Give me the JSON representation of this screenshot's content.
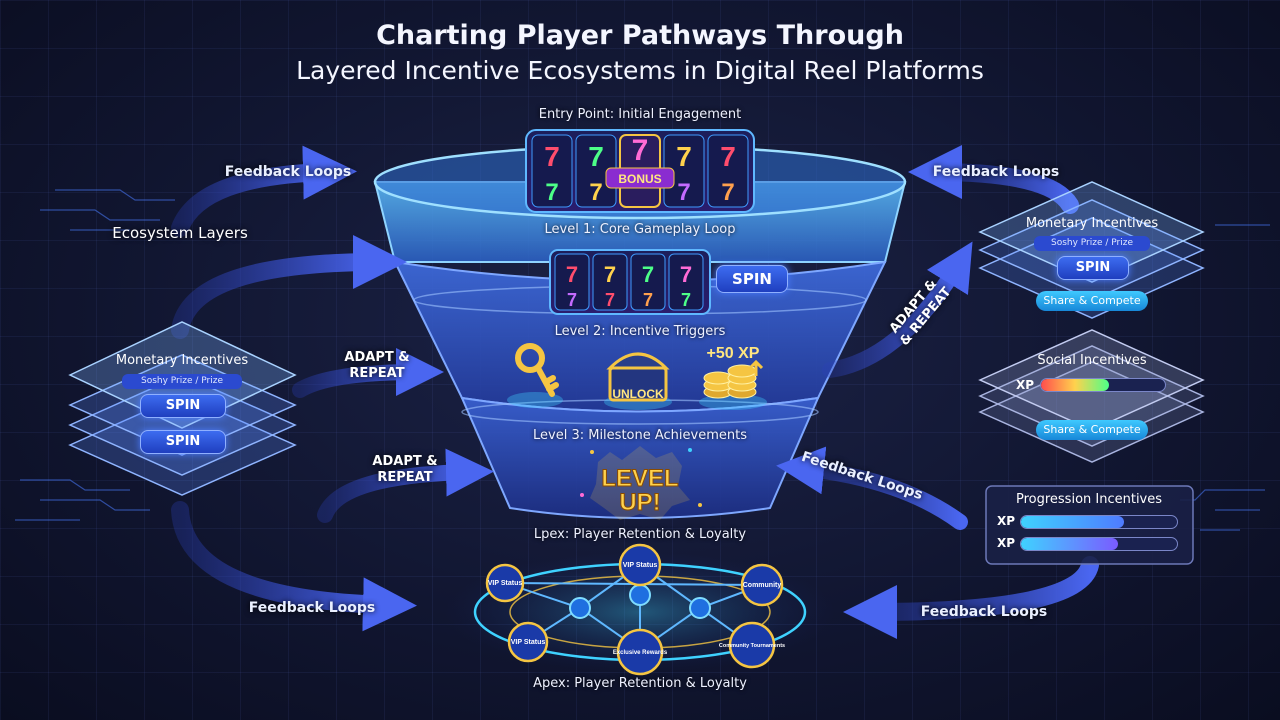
{
  "title": {
    "line1": "Charting Player Pathways Through",
    "line2": "Layered Incentive Ecosystems in Digital Reel Platforms"
  },
  "funnel": {
    "entry": "Entry Point: Initial Engagement",
    "level1": "Level 1: Core Gameplay Loop",
    "level2": "Level 2: Incentive Triggers",
    "level3": "Level 3: Milestone Achievements",
    "apex_top": "Lpex: Player Retention & Loyalty",
    "apex_bottom": "Apex: Player Retention & Loyalty"
  },
  "reels": {
    "symbol": "7",
    "bonus": "BONUS",
    "spin_button": "SPIN"
  },
  "triggers": {
    "unlock": "UNLOCK",
    "xp_reward": "+50 XP",
    "level_up_1": "LEVEL",
    "level_up_2": "UP!"
  },
  "flows": {
    "feedback": "Feedback Loops",
    "adapt": "ADAPT &",
    "repeat": "REPEAT",
    "adapt_right": "ADAPT &",
    "repeat_right": "& REPEAT",
    "ecosystem_layers": "Ecosystem Layers"
  },
  "left_stack": {
    "title": "Monetary Incentives",
    "sub": "Soshy Prize / Prize",
    "spin1": "SPIN",
    "spin2": "SPIN"
  },
  "right_monetary": {
    "title": "Monetary Incentives",
    "sub": "Soshy Prize / Prize",
    "spin": "SPIN",
    "share": "Share & Compete"
  },
  "right_social": {
    "title": "Social Incentives",
    "xp": "XP",
    "xp_fill": 0.55,
    "share": "Share & Compete"
  },
  "progression": {
    "title": "Progression Incentives",
    "xp1": "XP",
    "xp1_fill": 0.66,
    "xp2": "XP",
    "xp2_fill": 0.62
  },
  "network": {
    "vip_top": "VIP Status",
    "vip_left": "VIP Status",
    "vip_bottom_left": "VIP Status",
    "community": "Community",
    "exclusive": "Exclusive Rewards",
    "community_tournaments": "Community Tournaments"
  },
  "colors": {
    "funnel_top": "#4fb0ff",
    "funnel_mid": "#3a56d6",
    "arrow": "#3b55e0",
    "accent_cyan": "#3fd2ff",
    "gold": "#f5c542"
  }
}
